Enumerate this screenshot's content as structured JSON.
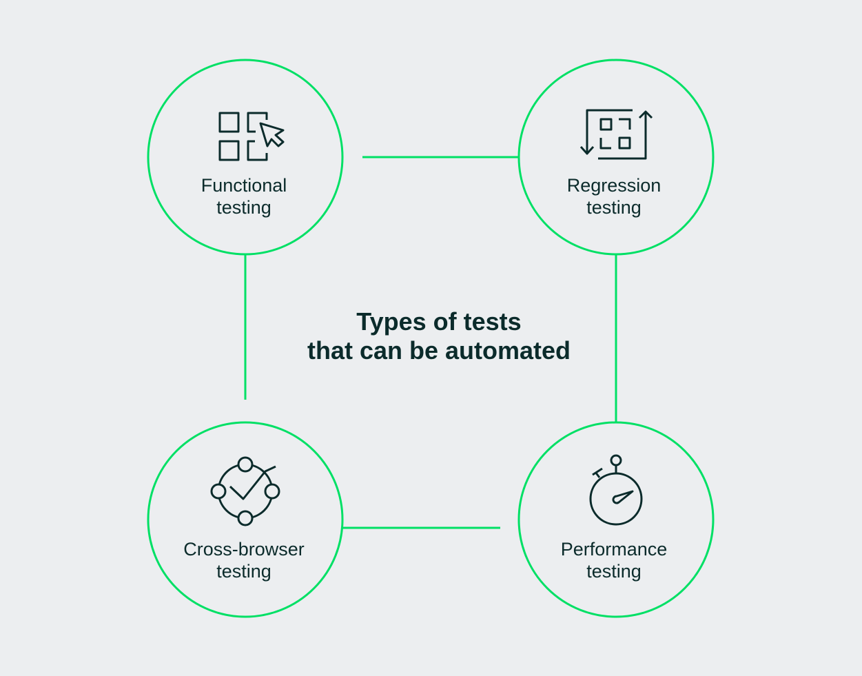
{
  "title": {
    "line1": "Types of tests",
    "line2": "that can be automated"
  },
  "nodes": [
    {
      "line1": "Functional",
      "line2": "testing",
      "icon": "grid-cursor-icon"
    },
    {
      "line1": "Regression",
      "line2": "testing",
      "icon": "grid-cycle-arrows-icon"
    },
    {
      "line1": "Cross-browser",
      "line2": "testing",
      "icon": "network-check-icon"
    },
    {
      "line1": "Performance",
      "line2": "testing",
      "icon": "stopwatch-icon"
    }
  ],
  "colors": {
    "background": "#eceef0",
    "accent": "#00e065",
    "text": "#0b2b2b"
  }
}
